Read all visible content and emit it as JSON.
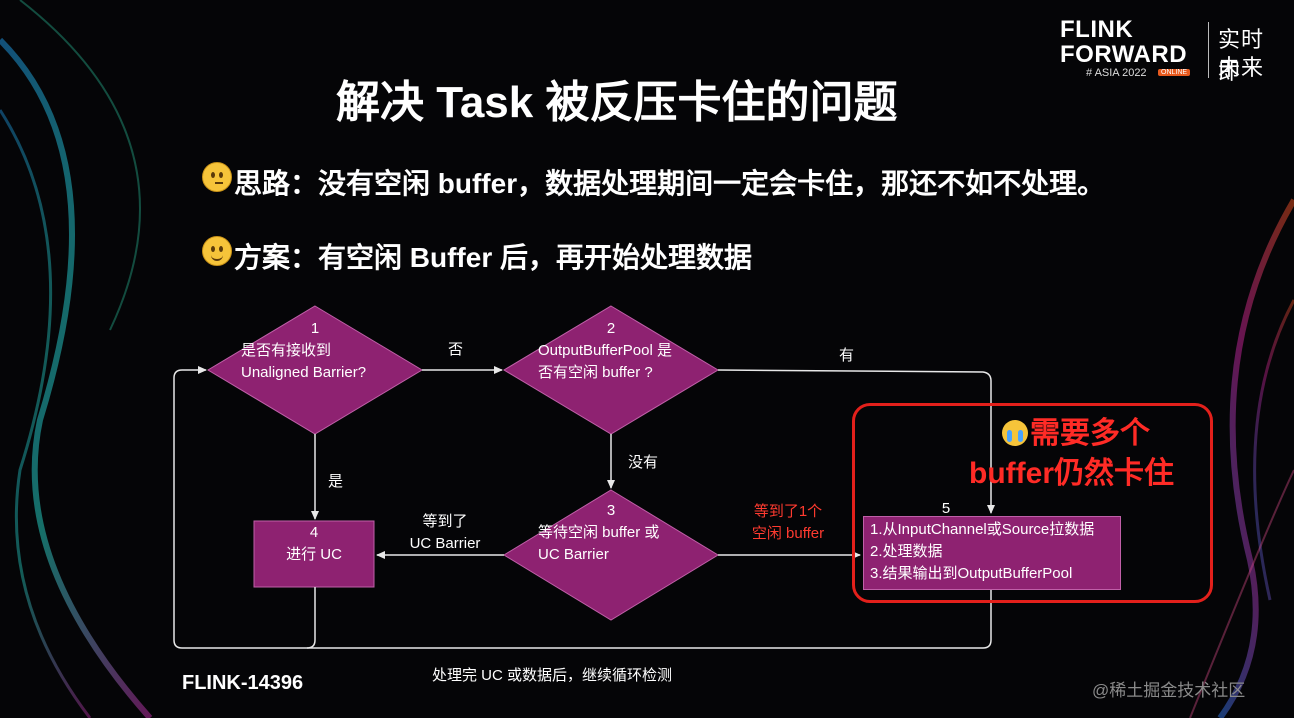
{
  "logo": {
    "line1": "FLINK",
    "line2": "FORWARD",
    "line3": "# ASIA 2022",
    "badge": "ONLINE",
    "cn_line1": "实时即",
    "cn_line2": "未来"
  },
  "title": "解决 Task 被反压卡住的问题",
  "idea": {
    "icon": "thinking-face-emoji",
    "text": "思路：没有空闲 buffer，数据处理期间一定会卡住，那还不如不处理。"
  },
  "plan": {
    "icon": "smiling-face-emoji",
    "text": "方案：有空闲 Buffer 后，再开始处理数据"
  },
  "flowchart": {
    "nodes": {
      "n1": {
        "number": "1",
        "line1": "是否有接收到",
        "line2": "Unaligned Barrier?"
      },
      "n2": {
        "number": "2",
        "line1": "OutputBufferPool 是",
        "line2": "否有空闲 buffer ?"
      },
      "n3": {
        "number": "3",
        "line1": "等待空闲 buffer 或",
        "line2": "UC Barrier"
      },
      "n4": {
        "number": "4",
        "line1": "进行 UC"
      },
      "n5": {
        "number": "5",
        "line1": "1.从InputChannel或Source拉数据",
        "line2": "2.处理数据",
        "line3": "3.结果输出到OutputBufferPool"
      }
    },
    "edges": {
      "no": "否",
      "yes": "是",
      "have": "有",
      "none": "没有",
      "got_uc_line1": "等到了",
      "got_uc_line2": "UC Barrier",
      "got_buffer_line1": "等到了1个",
      "got_buffer_line2": "空闲 buffer",
      "loop": "处理完 UC 或数据后，继续循环检测"
    },
    "colors": {
      "node_fill": "#8e2271",
      "arrow": "#e8e8e8",
      "highlight": "#e3201b"
    }
  },
  "callout": {
    "icon": "crying-face-emoji",
    "line1": "需要多个",
    "line2": "buffer仍然卡住"
  },
  "footer": "FLINK-14396",
  "watermark": "@稀土掘金技术社区"
}
